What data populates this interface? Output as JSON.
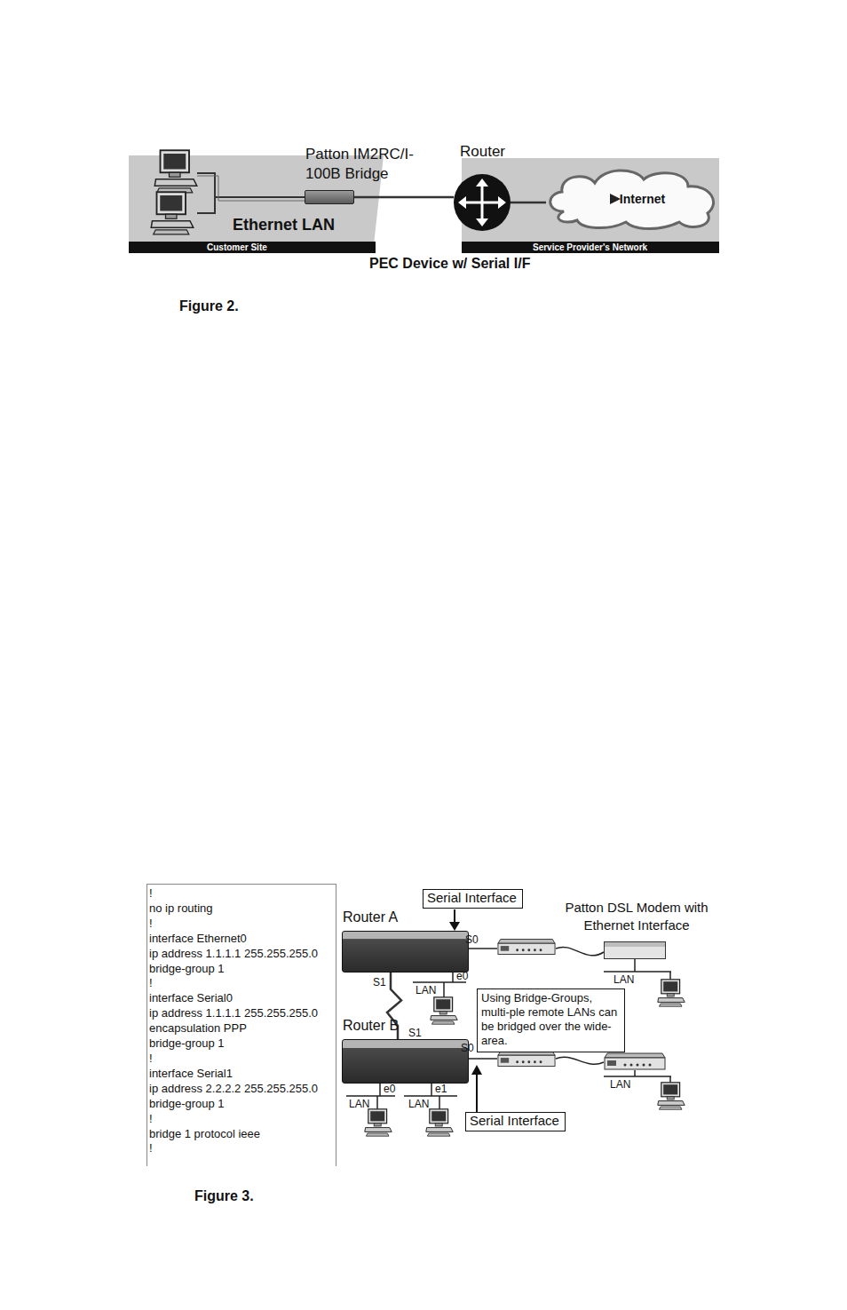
{
  "diagram": {
    "nodes": [
      {
        "text": [
          "Patton IM2RC/I-100B Bridge"
        ]
      },
      {
        "text": [
          "Router"
        ]
      },
      {
        "text": [
          "Internet"
        ]
      },
      {
        "text": [
          "!",
          "no ip routing",
          "!",
          "interface Ethernet0",
          "ip address 1.1.1.1 255.255.255.0",
          "bridge-group 1",
          "!",
          "interface Serial0",
          "ip address 1.1.1.1 255.255.255.0",
          "encapsulation PPP",
          "bridge-group 1",
          "!",
          "interface Serial1",
          "ip address 2.2.2.2 255.255.255.0",
          "bridge-group 1",
          "!",
          "bridge 1 protocol ieee",
          "!"
        ]
      },
      {
        "text": [
          "Serial Interface"
        ]
      },
      {
        "text": [
          "Router A"
        ]
      },
      {
        "text": [
          "Patton DSL Modem with Ethernet Interface"
        ]
      },
      {
        "text": [
          "Using Bridge-Groups, multi-ple remote LANs can be bridged over the wide-area."
        ]
      },
      {
        "text": [
          "Router B"
        ]
      },
      {
        "text": [
          "Serial Interface"
        ]
      }
    ],
    "edges": [
      {
        "from": 0,
        "to": 1,
        "arrow": "none"
      },
      {
        "from": 1,
        "to": 2,
        "arrow": "none"
      },
      {
        "from": 5,
        "to": 8,
        "arrow": "none"
      }
    ],
    "labels": [
      "Ethernet LAN",
      "Customer Site",
      "Service Provider's Network",
      "PEC Device w/ Serial I/F",
      "Figure 2.",
      "S0",
      "e0",
      "LAN",
      "LAN",
      "S1",
      "S1",
      "S0",
      "e0",
      "e1",
      "LAN",
      "LAN",
      "LAN",
      "Figure 3."
    ]
  }
}
